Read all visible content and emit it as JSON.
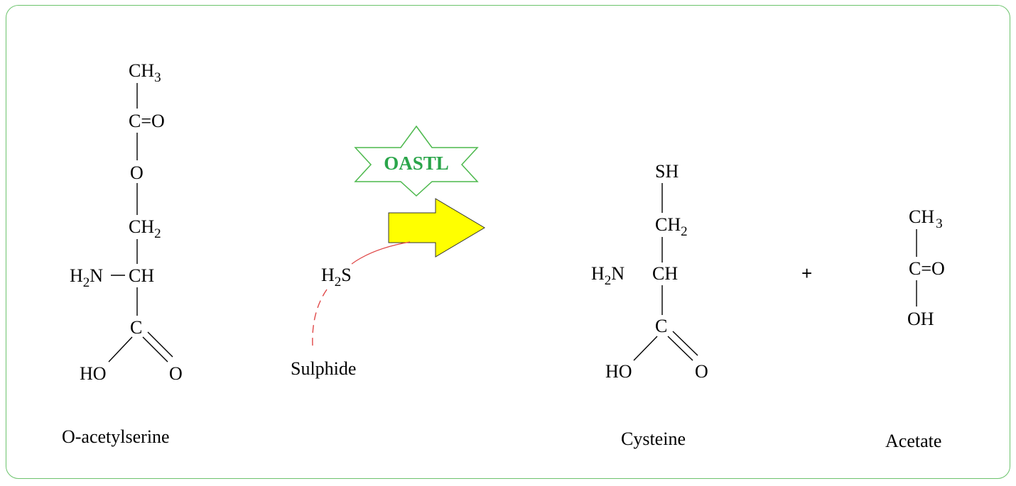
{
  "colors": {
    "frame_border": "#6cc36c",
    "enzyme_text": "#2aa54a",
    "enzyme_outline": "#4cb84c",
    "arrow_fill": "#ffff00",
    "arrow_stroke": "#333333",
    "curve": "#e04848"
  },
  "enzyme": {
    "label": "OASTL"
  },
  "reactant_1": {
    "name": "O-acetylserine",
    "atoms": {
      "methyl": "CH",
      "methyl_sub": "3",
      "carbonyl": "C=O",
      "ester_o": "O",
      "methylene": "CH",
      "methylene_sub": "2",
      "amine_h": "H",
      "amine_sub": "2",
      "amine_n": "N",
      "alpha": "CH",
      "carboxyl_c": "C",
      "hydroxyl": "HO",
      "oxo": "O"
    }
  },
  "reactant_2": {
    "name": "Sulphide",
    "formula_h": "H",
    "formula_sub": "2",
    "formula_s": "S"
  },
  "product_1": {
    "name": "Cysteine",
    "atoms": {
      "thiol": "SH",
      "methylene": "CH",
      "methylene_sub": "2",
      "amine_h": "H",
      "amine_sub": "2",
      "amine_n": "N",
      "alpha": "CH",
      "carboxyl_c": "C",
      "hydroxyl": "HO",
      "oxo": "O"
    }
  },
  "plus_sign": "+",
  "product_2": {
    "name": "Acetate",
    "atoms": {
      "methyl": "CH",
      "methyl_sub": "3",
      "carbonyl": "C=O",
      "hydroxyl": "OH"
    }
  }
}
